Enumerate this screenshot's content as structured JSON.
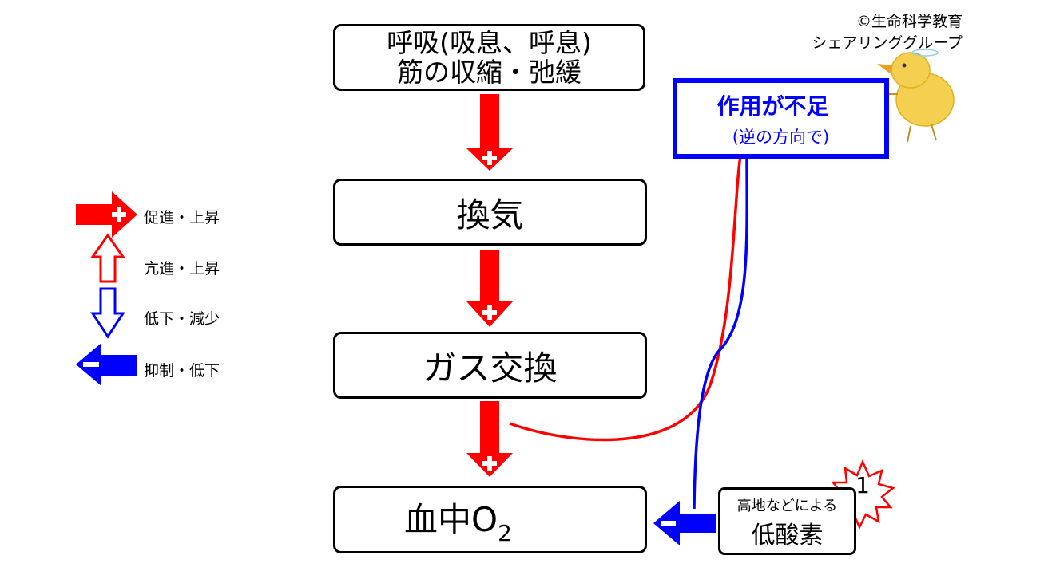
{
  "boxes": {
    "respiration": {
      "line1": "呼吸(吸息、呼息)",
      "line2": "筋の収縮・弛緩"
    },
    "ventilation": "換気",
    "gas_exchange": "ガス交換",
    "blood_o2": {
      "main": "血中O",
      "subscript": "2"
    },
    "hypoxia": {
      "small": "高地などによる",
      "big": "低酸素"
    },
    "insufficient": {
      "title": "作用が不足",
      "subtitle": "(逆の方向で)"
    }
  },
  "legend": [
    {
      "icon": "red-filled-right-arrow-plus",
      "label": "促進・上昇"
    },
    {
      "icon": "red-outline-up-arrow",
      "label": "亢進・上昇"
    },
    {
      "icon": "blue-outline-down-arrow",
      "label": "低下・減少"
    },
    {
      "icon": "blue-filled-left-arrow-minus",
      "label": "抑制・低下"
    }
  ],
  "copyright": {
    "line1": "©生命科学教育",
    "line2": "シェアリンググループ"
  },
  "badge_number": "1",
  "colors": {
    "promote": "#ff0000",
    "inhibit": "#0000ff",
    "box_border": "#000000",
    "insufficient_border": "#0000ff",
    "badge_fill": "#ffffff",
    "badge_stroke": "#ff0000"
  }
}
